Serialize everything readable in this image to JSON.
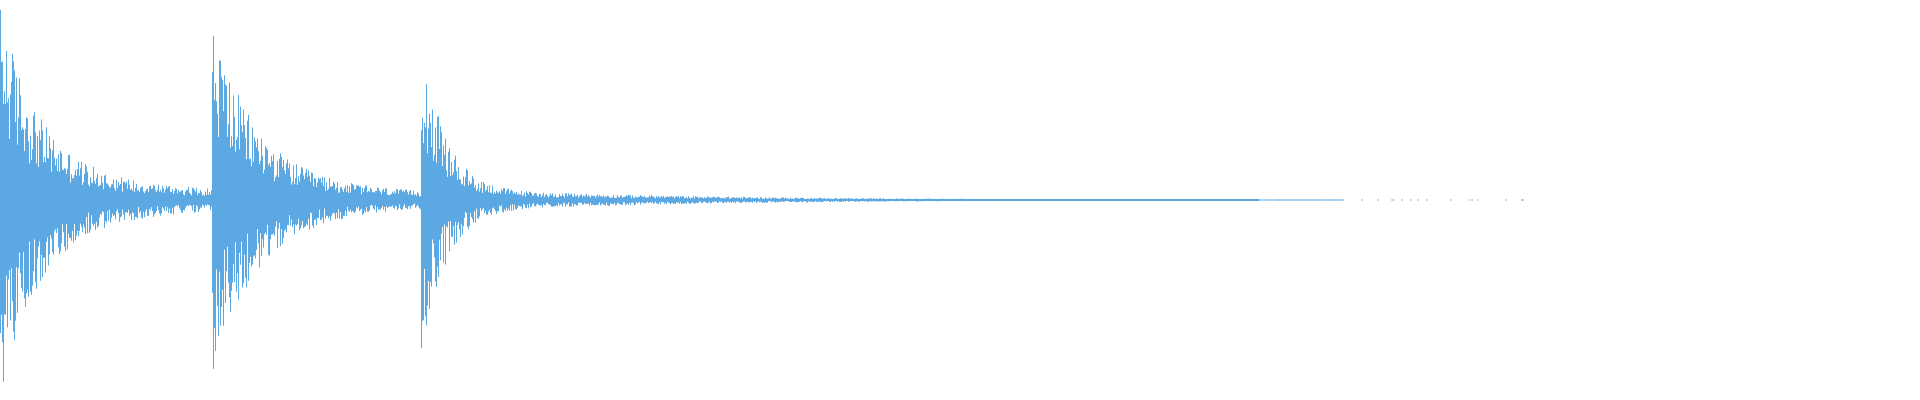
{
  "waveform": {
    "color": "#5ca8e2",
    "background": "#ffffff",
    "hits": [
      {
        "start": 0.0,
        "peak": 1.0,
        "decay": 0.02,
        "floor": 0.16
      },
      {
        "start": 0.11,
        "peak": 0.97,
        "decay": 0.022,
        "floor": 0.12
      },
      {
        "start": 0.219,
        "peak": 0.92,
        "decay": 0.012,
        "floor": 0.07
      }
    ],
    "tail_end": 0.8,
    "silent_after": 0.8
  }
}
